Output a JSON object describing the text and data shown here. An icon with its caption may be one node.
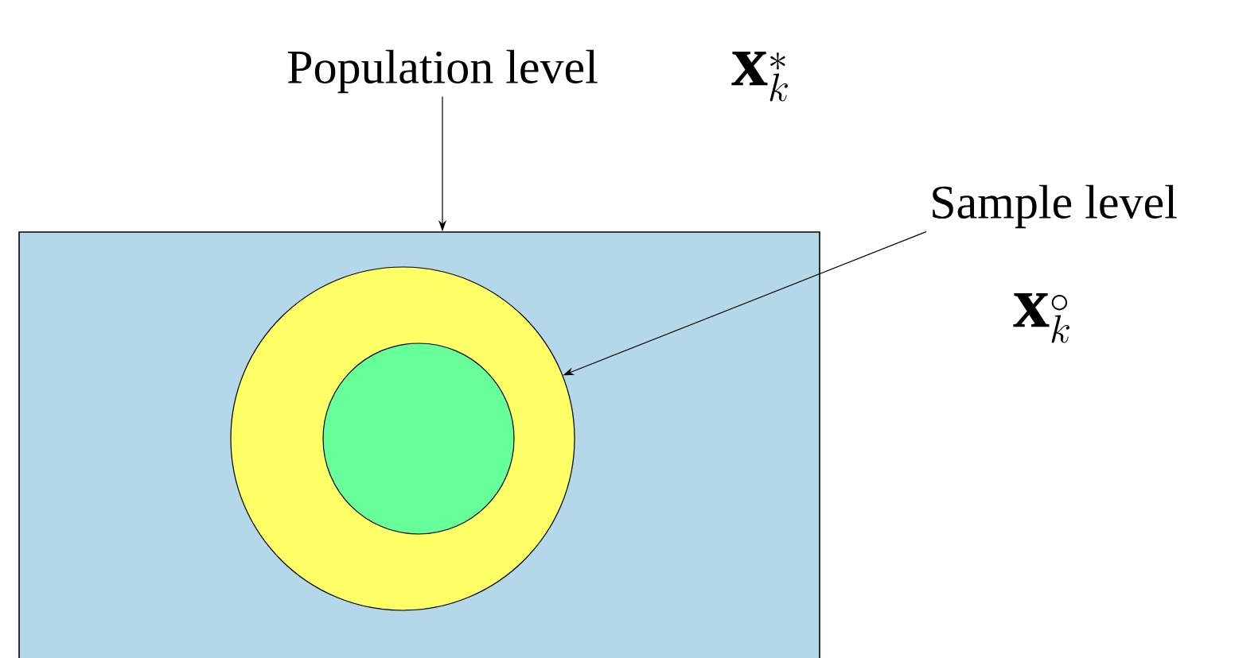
{
  "diagram": {
    "nodes": [
      {
        "text": [
          "Population level"
        ]
      },
      {
        "text": [],
        "shape": "box"
      },
      {
        "text": [
          "Sample level"
        ]
      },
      {
        "text": [],
        "shape": "circle",
        "in": 1
      },
      {
        "text": [],
        "shape": "circle",
        "in": 3
      }
    ],
    "edges": [
      {
        "from": 0,
        "to": 1,
        "arrow": "to"
      },
      {
        "from": 2,
        "to": 3,
        "arrow": "to"
      }
    ],
    "labels": [
      "\\mathbf{x}_k^{*}",
      "\\mathbf{x}_k^{\\circ}"
    ]
  }
}
